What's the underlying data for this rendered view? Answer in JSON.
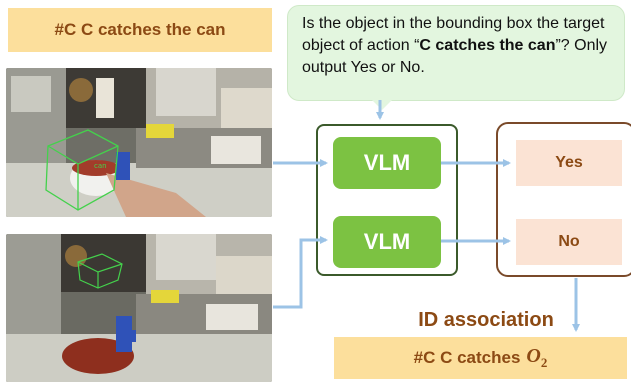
{
  "title_caption": "#C C catches the can",
  "prompt": {
    "part1": "Is the object in the bounding box the target object of action “",
    "bold": "C catches the can",
    "part2": "”? Only output Yes or No."
  },
  "vlm": {
    "top_label": "VLM",
    "bottom_label": "VLM"
  },
  "answers": {
    "yes": "Yes",
    "no": "No"
  },
  "id_association_label": "ID association",
  "result_caption": {
    "prefix": "#C C catches",
    "symbol": "O",
    "subscript": "2"
  },
  "colors": {
    "caption_bg": "#fcdf9c",
    "caption_text": "#8c4a14",
    "vlm_green": "#7cc242",
    "prompt_bg": "#e3f6df",
    "answer_bg": "#fbe3d4",
    "arrow_blue": "#9cc3e6"
  }
}
